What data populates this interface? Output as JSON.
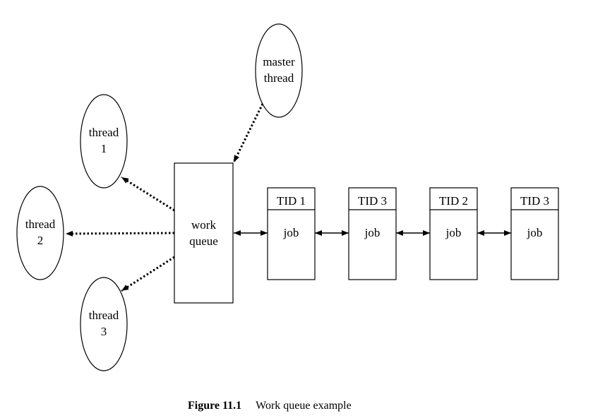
{
  "nodes": {
    "master_thread": [
      "master",
      "thread"
    ],
    "thread1": [
      "thread",
      "1"
    ],
    "thread2": [
      "thread",
      "2"
    ],
    "thread3": [
      "thread",
      "3"
    ],
    "work_queue": [
      "work",
      "queue"
    ]
  },
  "jobs": [
    {
      "tid": "TID 1",
      "label": "job"
    },
    {
      "tid": "TID 3",
      "label": "job"
    },
    {
      "tid": "TID 2",
      "label": "job"
    },
    {
      "tid": "TID 3",
      "label": "job"
    }
  ],
  "caption": {
    "number": "Figure 11.1",
    "text": "Work queue example"
  }
}
